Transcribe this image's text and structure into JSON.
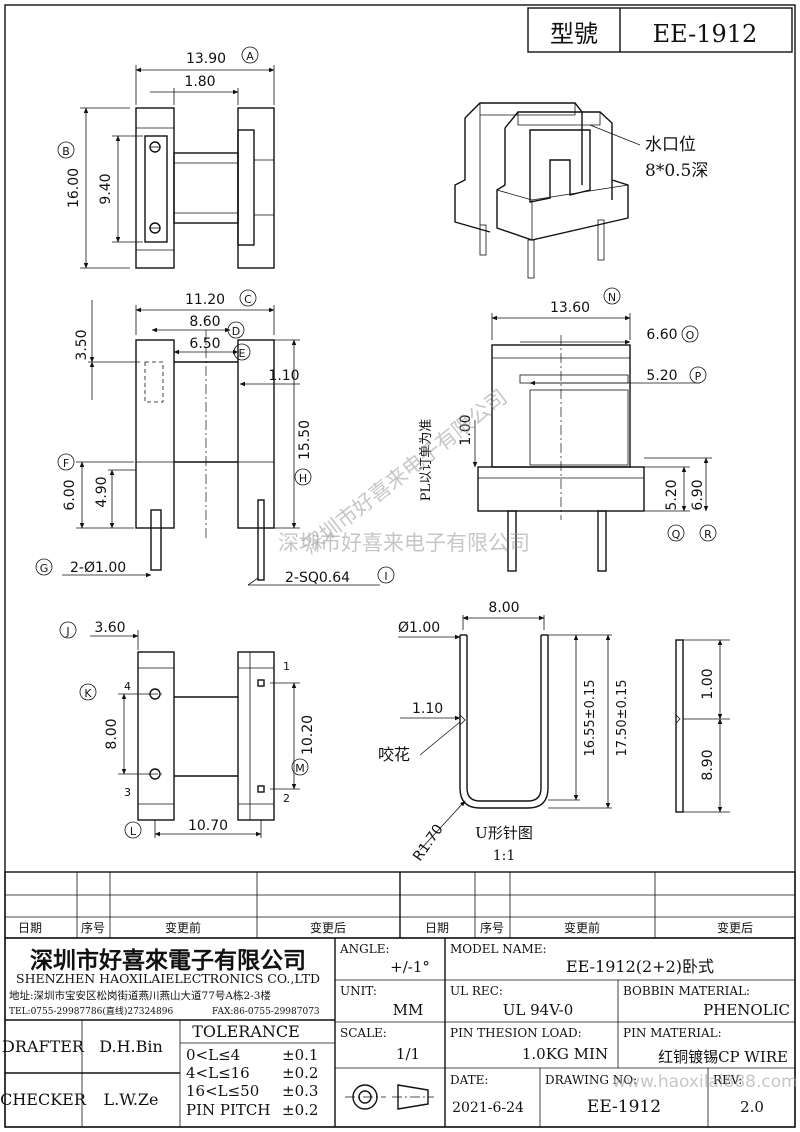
{
  "model_label": "型號",
  "model": "EE-1912",
  "watermark": "深圳市好喜来电子有限公司",
  "watermark_url": "www.haoxilai888.com",
  "top_view": {
    "dims": [
      "13.90",
      "1.80",
      "16.00",
      "9.40"
    ],
    "callouts": [
      "A",
      "B"
    ]
  },
  "iso_note": [
    "水口位",
    "8*0.5深"
  ],
  "front_view": {
    "dims": [
      "11.20",
      "8.60",
      "6.50",
      "3.50",
      "1.10",
      "15.50",
      "6.00",
      "4.90",
      "2-Ø1.00",
      "2-SQ0.64"
    ],
    "callouts": [
      "C",
      "D",
      "E",
      "F",
      "G",
      "H",
      "I"
    ]
  },
  "side_view": {
    "dims": [
      "13.60",
      "6.60",
      "5.20",
      "1.00",
      "5.20",
      "6.90"
    ],
    "callouts": [
      "N",
      "O",
      "P",
      "Q",
      "R"
    ],
    "pl_note": "PL以订单为准"
  },
  "bottom_view": {
    "dims": [
      "3.60",
      "8.00",
      "10.20",
      "10.70"
    ],
    "callouts": [
      "J",
      "K",
      "L",
      "M"
    ],
    "pins": [
      "1",
      "2",
      "3",
      "4"
    ]
  },
  "u_pin": {
    "dims": [
      "8.00",
      "Ø1.00",
      "1.10",
      "16.55±0.15",
      "17.50±0.15",
      "R1.70"
    ],
    "crimp": "咬花",
    "title": "U形针图",
    "scale": "1:1",
    "side_dims": [
      "1.00",
      "8.90"
    ]
  },
  "revision_headers": [
    "日期",
    "序号",
    "变更前",
    "变更后",
    "日期",
    "序号",
    "变更前",
    "变更后"
  ],
  "company": {
    "name_cn": "深圳市好喜來電子有限公司",
    "name_en": "SHENZHEN HAOXILAIELECTRONICS CO.,LTD",
    "address": "地址:深圳市宝安区松岗街道燕川燕山大道77号A栋2-3楼",
    "tel": "TEL:0755-29987786(直线)27324896",
    "fax": "FAX:86-0755-29987073"
  },
  "title_block": {
    "angle_label": "ANGLE:",
    "angle_value": "+/-1°",
    "unit_label": "UNIT:",
    "unit_value": "MM",
    "scale_label": "SCALE:",
    "scale_value": "1/1",
    "model_name_label": "MODEL NAME:",
    "model_name_value": "EE-1912(2+2)卧式",
    "ul_label": "UL REC:",
    "ul_value": "UL 94V-0",
    "bobbin_label": "BOBBIN MATERIAL:",
    "bobbin_value": "PHENOLIC",
    "pin_load_label": "PIN THESION LOAD:",
    "pin_load_value": "1.0KG MIN",
    "pin_mat_label": "PIN MATERIAL:",
    "pin_mat_value": "红铜镀锡CP  WIRE",
    "date_label": "DATE:",
    "date_value": "2021-6-24",
    "drawing_label": "DRAWING NO:",
    "drawing_value": "EE-1912",
    "rev_label": "REV:",
    "rev_value": "2.0",
    "drafter_label": "DRAFTER",
    "drafter_value": "D.H.Bin",
    "checker_label": "CHECKER",
    "checker_value": "L.W.Ze",
    "tolerance_title": "TOLERANCE",
    "tolerance_rows": [
      {
        "range": "0<L≤4",
        "tol": "±0.1"
      },
      {
        "range": "4<L≤16",
        "tol": "±0.2"
      },
      {
        "range": "16<L≤50",
        "tol": "±0.3"
      },
      {
        "range": "PIN PITCH",
        "tol": "±0.2"
      }
    ]
  }
}
